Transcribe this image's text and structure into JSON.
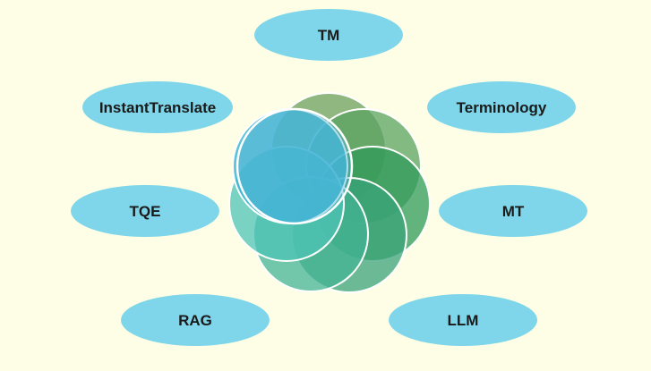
{
  "diagram": {
    "background": "#fefee6",
    "node_color": "#7fd6ea",
    "nodes": [
      {
        "id": "tm",
        "label": "TM"
      },
      {
        "id": "terminology",
        "label": "Terminology"
      },
      {
        "id": "mt",
        "label": "MT"
      },
      {
        "id": "llm",
        "label": "LLM"
      },
      {
        "id": "rag",
        "label": "RAG"
      },
      {
        "id": "tqe",
        "label": "TQE"
      },
      {
        "id": "instanttranslate",
        "label": "InstantTranslate"
      }
    ],
    "center_circles": [
      {
        "id": "c1",
        "color": "#6a9f5c"
      },
      {
        "id": "c2",
        "color": "#5aa360"
      },
      {
        "id": "c3",
        "color": "#2f9a5a"
      },
      {
        "id": "c4",
        "color": "#3aa37a"
      },
      {
        "id": "c5",
        "color": "#43b394"
      },
      {
        "id": "c6",
        "color": "#4ec3b6"
      },
      {
        "id": "c7",
        "color": "#34b3d6"
      },
      {
        "id": "c8",
        "color": "#56b6d4"
      }
    ]
  }
}
